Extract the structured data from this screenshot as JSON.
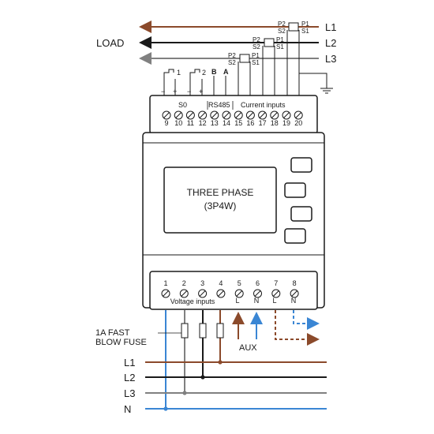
{
  "lines_top": {
    "load_label": "LOAD",
    "L1": "L1",
    "L2": "L2",
    "L3": "L3"
  },
  "ct_labels": {
    "ct1": {
      "p2": "P2",
      "s2": "S2",
      "p1": "P1",
      "s1": "S1"
    },
    "ct2": {
      "p2": "P2",
      "s2": "S2",
      "p1": "P1",
      "s1": "S1"
    },
    "ct3": {
      "p2": "P2",
      "s2": "S2",
      "p1": "P1",
      "s1": "S1"
    }
  },
  "top_block": {
    "pulse1": "1",
    "pulse2": "2",
    "b": "B",
    "a": "A",
    "minus": "−",
    "plus": "+",
    "group_s0": "S0",
    "group_rs485": "RS485",
    "group_current": "Current inputs",
    "terminals": [
      "9",
      "10",
      "11",
      "12",
      "13",
      "14",
      "15",
      "16",
      "17",
      "18",
      "19",
      "20"
    ]
  },
  "display": {
    "line1": "THREE PHASE",
    "line2": "(3P4W)"
  },
  "bottom_block": {
    "terminals": [
      "1",
      "2",
      "3",
      "4",
      "5",
      "6",
      "7",
      "8"
    ],
    "sub": [
      "L",
      "N",
      "L",
      "N"
    ],
    "voltage_label": "Voltage inputs"
  },
  "fuse": {
    "line1": "1A  FAST",
    "line2": "BLOW FUSE"
  },
  "aux": "AUX",
  "lines_bottom": {
    "L1": "L1",
    "L2": "L2",
    "L3": "L3",
    "N": "N"
  },
  "colors": {
    "brown": "#8b4a2b",
    "black": "#1a1a1a",
    "gray": "#808080",
    "blue": "#3a86d4"
  }
}
